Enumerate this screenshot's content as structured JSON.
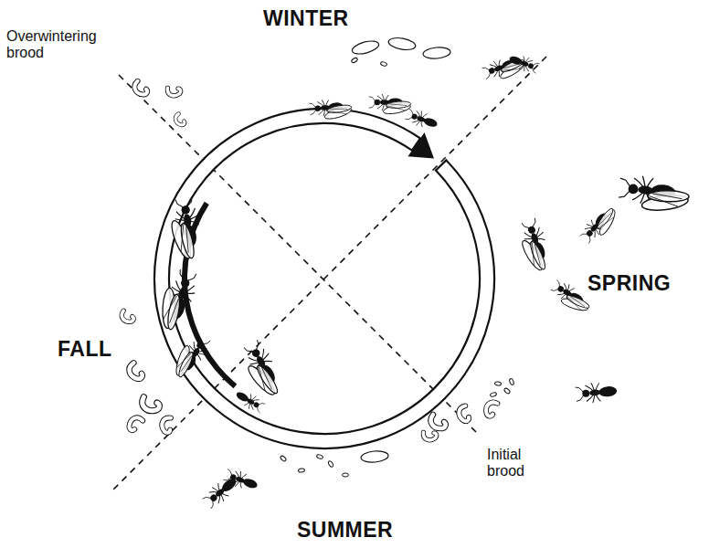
{
  "diagram": {
    "labels": [
      "WINTER",
      "Overwintering brood",
      "SPRING",
      "FALL",
      "Initial brood",
      "SUMMER"
    ]
  }
}
